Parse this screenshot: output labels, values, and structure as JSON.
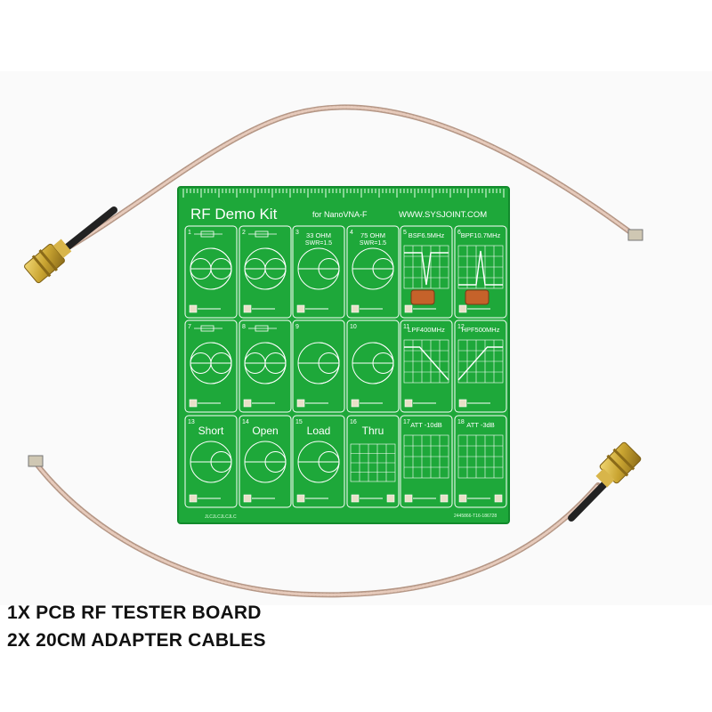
{
  "product": {
    "board_title": "RF Demo Kit",
    "board_subtitle": "for NanoVNA-F",
    "board_url": "WWW.SYSJOINT.COM",
    "footer_left": "JLCJLCJLCJLC",
    "footer_right": "2445866-T16-186728"
  },
  "cells": [
    {
      "num": "1",
      "label": ""
    },
    {
      "num": "2",
      "label": ""
    },
    {
      "num": "3",
      "label": "33 OHM",
      "label2": "SWR=1.5"
    },
    {
      "num": "4",
      "label": "75 OHM",
      "label2": "SWR=1.5"
    },
    {
      "num": "5",
      "label": "BSF6.5MHz"
    },
    {
      "num": "6",
      "label": "BPF10.7MHz"
    },
    {
      "num": "7",
      "label": ""
    },
    {
      "num": "8",
      "label": ""
    },
    {
      "num": "9",
      "label": ""
    },
    {
      "num": "10",
      "label": ""
    },
    {
      "num": "11",
      "label": "LPF400MHz"
    },
    {
      "num": "12",
      "label": "HPF500MHz"
    },
    {
      "num": "13",
      "label": "Short"
    },
    {
      "num": "14",
      "label": "Open"
    },
    {
      "num": "15",
      "label": "Load"
    },
    {
      "num": "16",
      "label": "Thru"
    },
    {
      "num": "17",
      "label": "ATT -10dB"
    },
    {
      "num": "18",
      "label": "ATT -3dB"
    }
  ],
  "caption": {
    "line1": "1X PCB RF TESTER BOARD",
    "line2": "2X 20CM ADAPTER CABLES"
  },
  "colors": {
    "pcb_green": "#1ea83a",
    "silkscreen": "#ffffff",
    "cable": "#d9b9a8",
    "connector_gold": "#c9a431"
  }
}
